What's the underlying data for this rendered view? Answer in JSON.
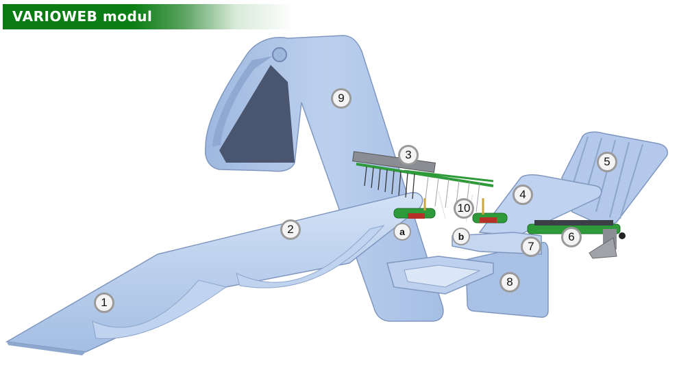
{
  "header": {
    "title": "VARIOWEB modul"
  },
  "callouts": [
    {
      "id": "c1",
      "label": "1"
    },
    {
      "id": "c2",
      "label": "2"
    },
    {
      "id": "c3",
      "label": "3"
    },
    {
      "id": "c4",
      "label": "4"
    },
    {
      "id": "c5",
      "label": "5"
    },
    {
      "id": "c6",
      "label": "6"
    },
    {
      "id": "c7",
      "label": "7"
    },
    {
      "id": "c8",
      "label": "8"
    },
    {
      "id": "c9",
      "label": "9"
    },
    {
      "id": "c10",
      "label": "10"
    },
    {
      "id": "ca",
      "label": "a"
    },
    {
      "id": "cb",
      "label": "b"
    }
  ],
  "colors": {
    "title_green": "#0a7a12",
    "belt_light": "#c9daf2",
    "belt_mid": "#a9c2e6",
    "belt_dark": "#4a5a73",
    "guide_green": "#2e9a3a",
    "roller_red": "#b7312a"
  }
}
